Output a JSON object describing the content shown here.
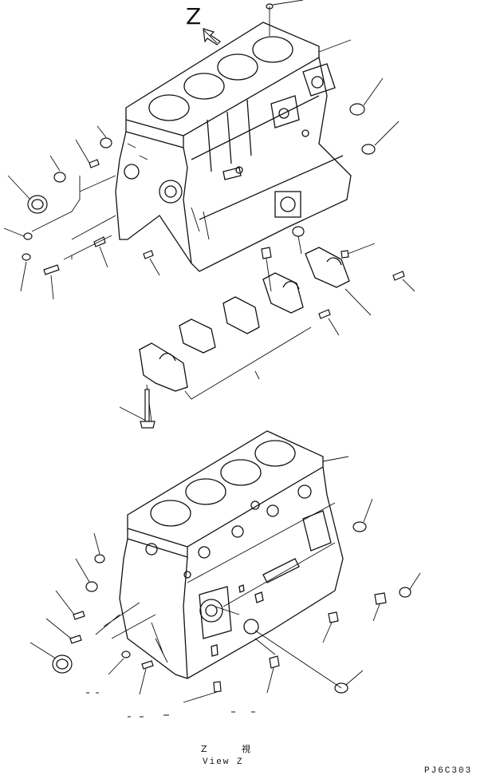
{
  "view_marker": "Z",
  "caption": {
    "view_label_jp": "Z 視",
    "view_label_en": "View Z"
  },
  "drawing_code": "PJ6C303",
  "icons": [
    "direction-arrow-icon"
  ]
}
